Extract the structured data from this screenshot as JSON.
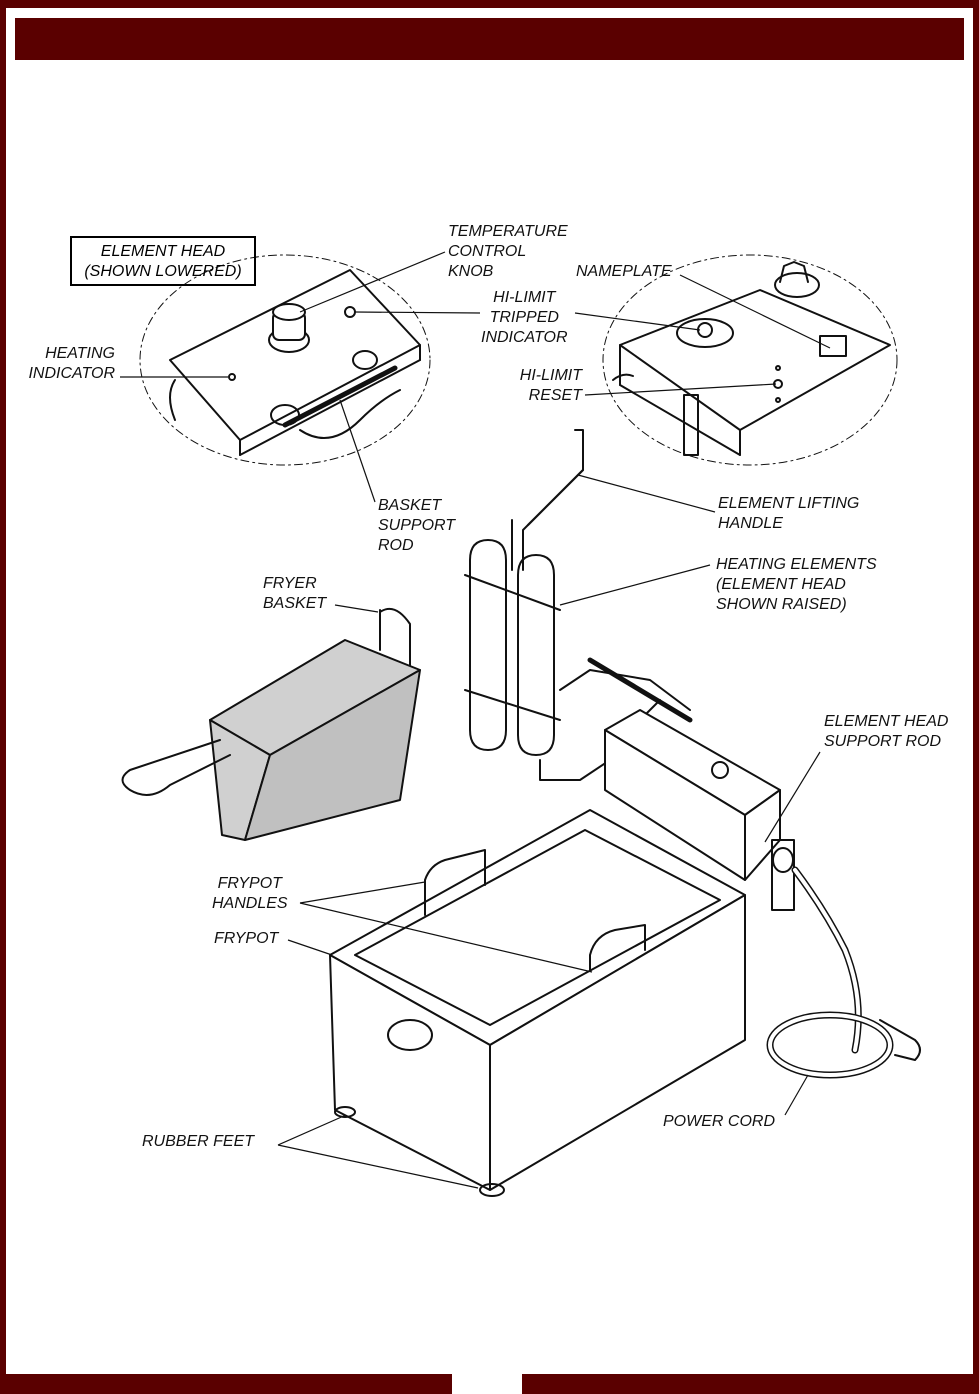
{
  "colors": {
    "frame": "#5a0000",
    "page": "#ffffff",
    "ink": "#111111",
    "basket_mesh": "#b4b4b4"
  },
  "labels": {
    "element_head_lowered": "ELEMENT HEAD\n(SHOWN LOWERED)",
    "temperature_control_knob": "TEMPERATURE\nCONTROL\nKNOB",
    "nameplate": "NAMEPLATE",
    "hi_limit_tripped_indicator": "HI-LIMIT\nTRIPPED\nINDICATOR",
    "heating_indicator": "HEATING\nINDICATOR",
    "hi_limit_reset": "HI-LIMIT\nRESET",
    "basket_support_rod": "BASKET\nSUPPORT\nROD",
    "element_lifting_handle": "ELEMENT LIFTING\nHANDLE",
    "heating_elements": "HEATING ELEMENTS\n(ELEMENT HEAD\nSHOWN RAISED)",
    "fryer_basket": "FRYER\nBASKET",
    "element_head_support_rod": "ELEMENT HEAD\nSUPPORT ROD",
    "frypot_handles": "FRYPOT\nHANDLES",
    "frypot": "FRYPOT",
    "rubber_feet": "RUBBER FEET",
    "power_cord": "POWER CORD"
  }
}
